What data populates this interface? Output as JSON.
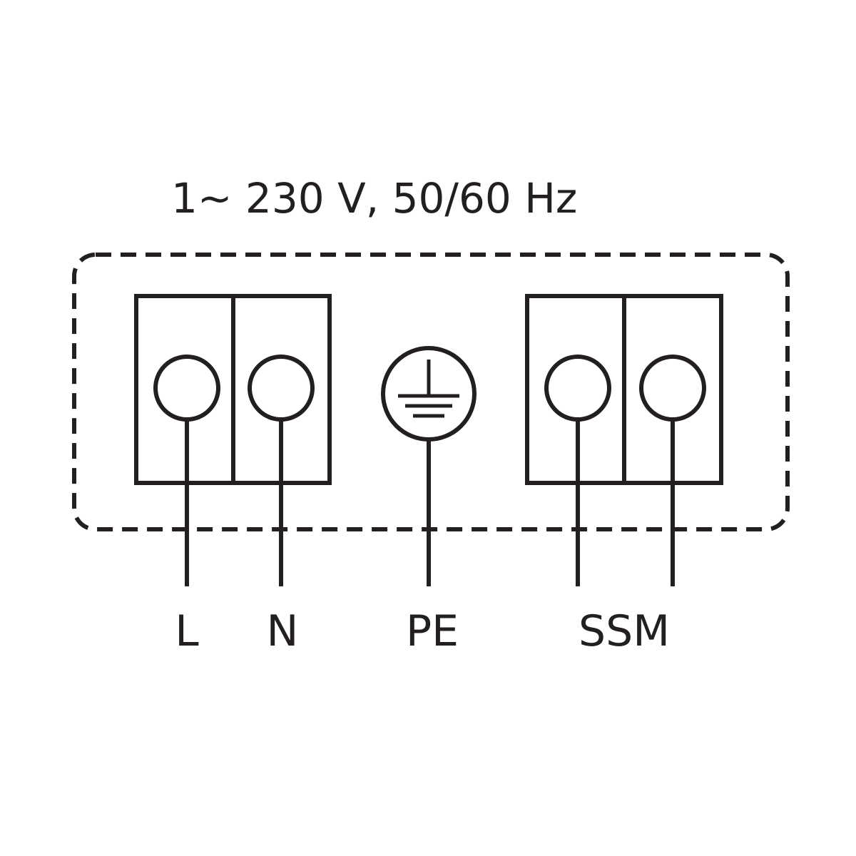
{
  "supply_label": "1~ 230 V, 50/60 Hz",
  "terminals": {
    "l": "L",
    "n": "N",
    "pe": "PE",
    "ssm": "SSM"
  },
  "colors": {
    "ink": "#231f20",
    "background": "#ffffff"
  }
}
